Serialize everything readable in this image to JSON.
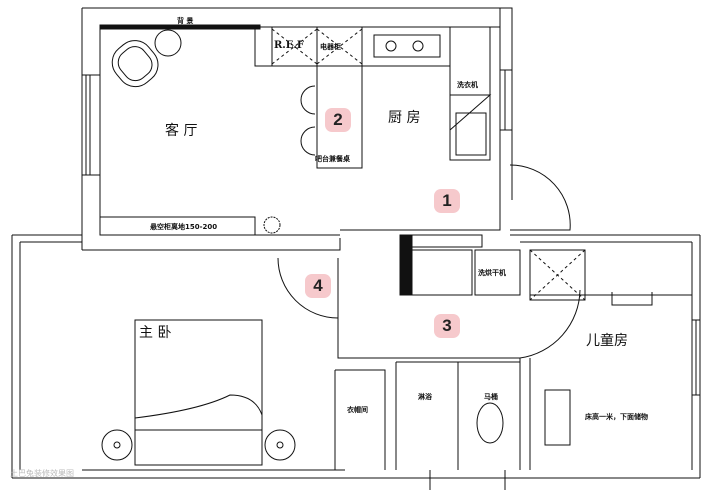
{
  "rooms": {
    "living_room": "客 厅",
    "kitchen": "厨 房",
    "master_bedroom": "主 卧",
    "kids_room": "儿童房",
    "cloakroom": "衣帽间",
    "shower": "淋浴",
    "toilet": "马桶"
  },
  "fixtures": {
    "background_wall": "背 景",
    "fridge": "R.E.F",
    "appliance_cabinet": "电器柜",
    "bar_table": "吧台兼餐桌",
    "hanging_cabinet": "悬空柜离地150-200",
    "washing_machine": "洗衣机",
    "washer_dryer": "洗烘干机",
    "kids_bed_note": "床高一米，下面储物"
  },
  "markers": [
    "1",
    "2",
    "3",
    "4"
  ],
  "colors": {
    "marker_bg": "#f6c9cc",
    "line": "#111111"
  },
  "watermark": "土巴兔装修效果图"
}
